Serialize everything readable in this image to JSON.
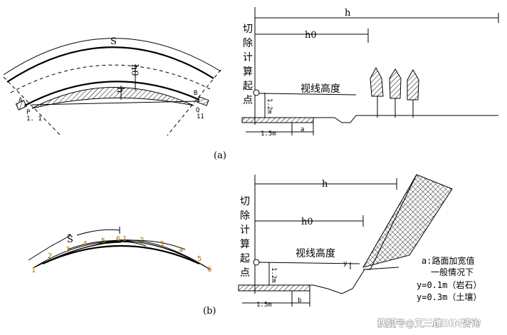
{
  "figure_a": {
    "caption": "(a)",
    "plan": {
      "arc_label": "S",
      "h0_label": "h0",
      "h_label": "h",
      "point_a": "A",
      "point_b": "B",
      "point_p": "P",
      "point_q": "Q",
      "station_p": "1. 1",
      "station_q": "11"
    },
    "profile": {
      "h_label": "h",
      "h0_label": "h0",
      "vertical_label": [
        "切",
        "除",
        "计",
        "算",
        "起",
        "点"
      ],
      "sight_label": "视线高度",
      "eye_height": "1.2m",
      "road_width": "1.5m",
      "widen_label": "a"
    }
  },
  "figure_b": {
    "caption": "(b)",
    "plan": {
      "arc_label": "S",
      "lower_points": [
        "1",
        "2",
        "3",
        "4",
        "5",
        "6"
      ],
      "upper_points": [
        "1",
        "2",
        "3",
        "4",
        "5",
        "6"
      ]
    },
    "profile": {
      "h_label": "h",
      "h0_label": "h0",
      "vertical_label": [
        "切",
        "除",
        "计",
        "算",
        "起",
        "点"
      ],
      "sight_label": "视线高度",
      "eye_height": "1.2m",
      "road_width": "1.5m",
      "widen_label": "b",
      "y_label": "y"
    }
  },
  "legend": [
    "a:路面加宽值",
    "一般情况下",
    "y=0.1m（岩石）",
    "y=0.3m（土壤）"
  ],
  "watermark": "搜狐号@艾三维BIM咨询"
}
